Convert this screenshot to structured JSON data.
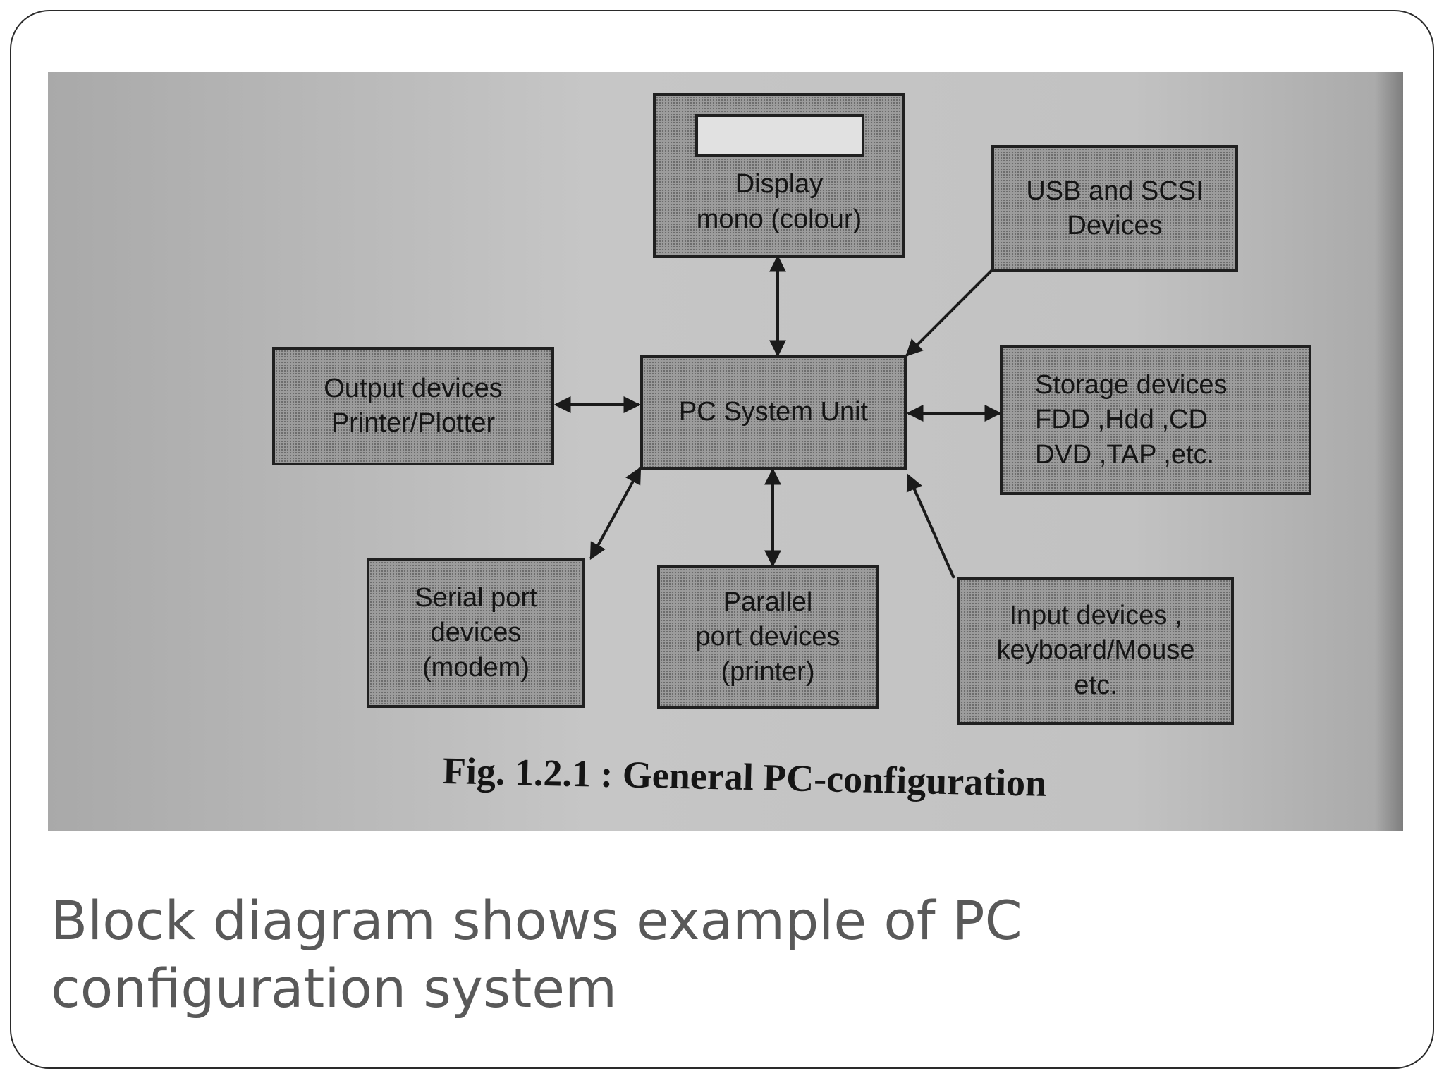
{
  "figure": {
    "boxes": {
      "display": "Display\nmono (colour)",
      "usb": "USB and SCSI\nDevices",
      "output": "Output devices\nPrinter/Plotter",
      "system": "PC System Unit",
      "storage": "Storage devices\nFDD ,Hdd ,CD\nDVD ,TAP ,etc.",
      "serial": "Serial port\ndevices\n(modem)",
      "parallel": "Parallel\nport devices\n(printer)",
      "input": "Input devices ,\nkeyboard/Mouse\netc."
    },
    "caption": "Fig. 1.2.1 : General PC-configuration"
  },
  "slide": {
    "caption": "Block diagram shows example of PC configuration system"
  }
}
